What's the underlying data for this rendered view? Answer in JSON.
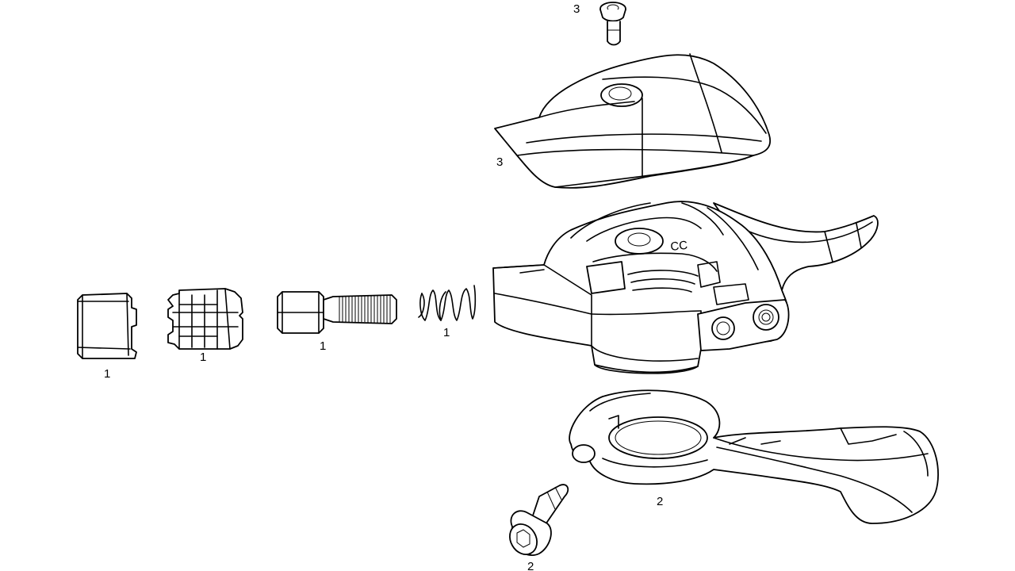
{
  "diagram": {
    "parts": [
      {
        "id": "cable-end-cap",
        "label": "1"
      },
      {
        "id": "barrel-adjuster-housing",
        "label": "1"
      },
      {
        "id": "barrel-adjuster-bolt",
        "label": "1"
      },
      {
        "id": "barrel-adjuster-spring",
        "label": "1"
      },
      {
        "id": "clamp-bolt",
        "label": "2"
      },
      {
        "id": "mounting-clamp",
        "label": "2"
      },
      {
        "id": "cover-screw",
        "label": "3"
      },
      {
        "id": "top-cover",
        "label": "3"
      }
    ],
    "housing_text": "CC"
  }
}
